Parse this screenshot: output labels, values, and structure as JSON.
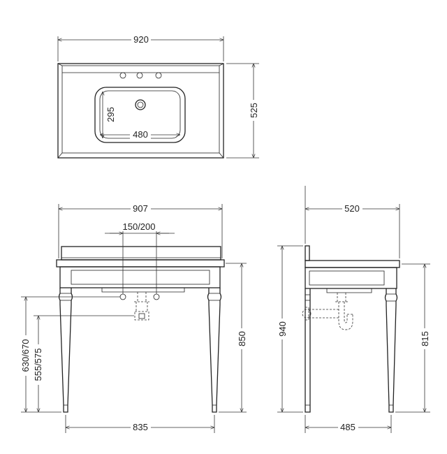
{
  "top_view": {
    "width": "920",
    "depth": "525",
    "basin_depth": "295",
    "basin_width": "480"
  },
  "front_view": {
    "width": "907",
    "tap_spacing": "150/200",
    "leg_span": "835",
    "overall_height": "850",
    "waste_height_1": "630/670",
    "waste_height_2": "555/575"
  },
  "side_view": {
    "depth": "520",
    "upstand_height": "940",
    "height": "815",
    "leg_depth": "485"
  }
}
